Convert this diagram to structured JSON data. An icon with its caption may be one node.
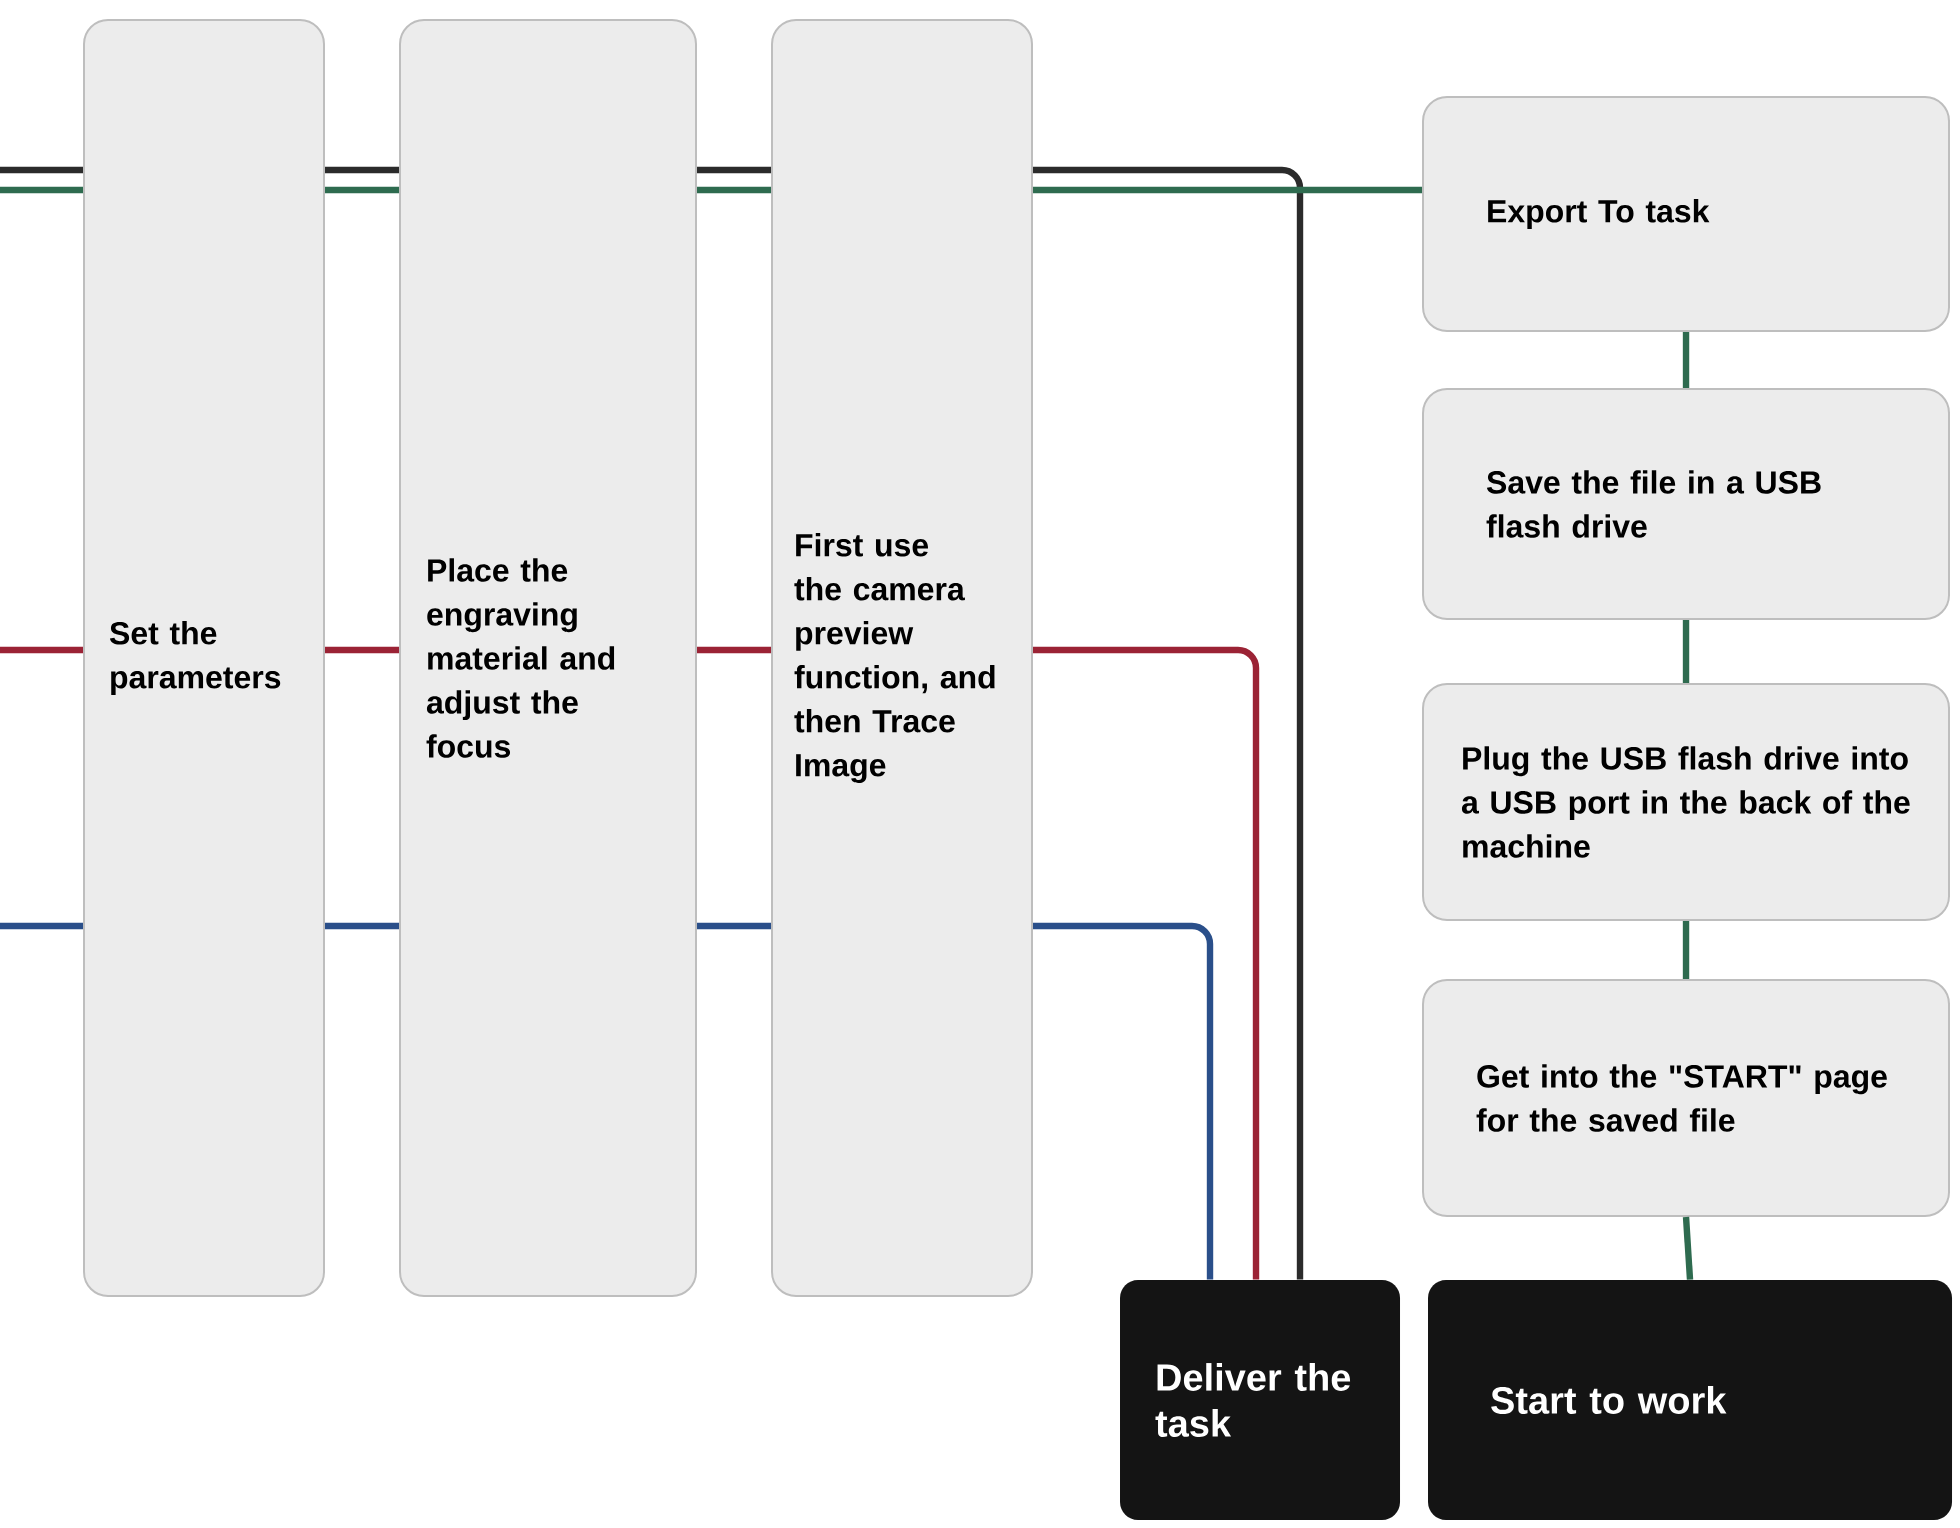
{
  "diagram": {
    "nodes": [
      {
        "text": [
          "Set the parameters"
        ]
      },
      {
        "text": [
          "Place the engraving material and adjust the focus"
        ]
      },
      {
        "text": [
          "First use the camera preview function, and then Trace Image"
        ]
      },
      {
        "text": [
          "Export To task"
        ]
      },
      {
        "text": [
          "Save the file in a USB flash drive"
        ]
      },
      {
        "text": [
          "Plug the USB flash drive into a USB port in the back of the machine"
        ]
      },
      {
        "text": [
          "Get into the \"START\" page for the saved file"
        ]
      },
      {
        "text": [
          "Deliver the task"
        ]
      },
      {
        "text": [
          "Start to work"
        ]
      }
    ],
    "edges": [
      {
        "from": null,
        "to": 0,
        "arrow": "none",
        "color": "#2b2b2b"
      },
      {
        "from": null,
        "to": 0,
        "arrow": "none"
      },
      {
        "from": 0,
        "to": 1,
        "arrow": "none",
        "color": "#2b2b2b"
      },
      {
        "from": 0,
        "to": 1,
        "arrow": "none"
      },
      {
        "from": 1,
        "to": 2,
        "arrow": "none",
        "color": "#2b2b2b"
      },
      {
        "from": 1,
        "to": 2,
        "arrow": "none"
      },
      {
        "from": 2,
        "to": 7,
        "arrow": "none",
        "color": "#2b2b2b"
      },
      {
        "from": 2,
        "to": 3,
        "arrow": "none"
      },
      {
        "from": null,
        "to": 0,
        "arrow": "none",
        "color": "#9b2335"
      },
      {
        "from": 0,
        "to": 1,
        "arrow": "none",
        "color": "#9b2335"
      },
      {
        "from": 1,
        "to": 2,
        "arrow": "none",
        "color": "#9b2335"
      },
      {
        "from": 2,
        "to": 7,
        "arrow": "none",
        "color": "#9b2335"
      },
      {
        "from": null,
        "to": 0,
        "arrow": "none",
        "color": "#2a4f8a"
      },
      {
        "from": 0,
        "to": 1,
        "arrow": "none",
        "color": "#2a4f8a"
      },
      {
        "from": 1,
        "to": 2,
        "arrow": "none",
        "color": "#2a4f8a"
      },
      {
        "from": 2,
        "to": 7,
        "arrow": "none",
        "color": "#2a4f8a"
      },
      {
        "from": 3,
        "to": 4,
        "arrow": "none"
      },
      {
        "from": 4,
        "to": 5,
        "arrow": "none"
      },
      {
        "from": 5,
        "to": 6,
        "arrow": "none"
      },
      {
        "from": 6,
        "to": 8,
        "arrow": "none"
      }
    ]
  }
}
